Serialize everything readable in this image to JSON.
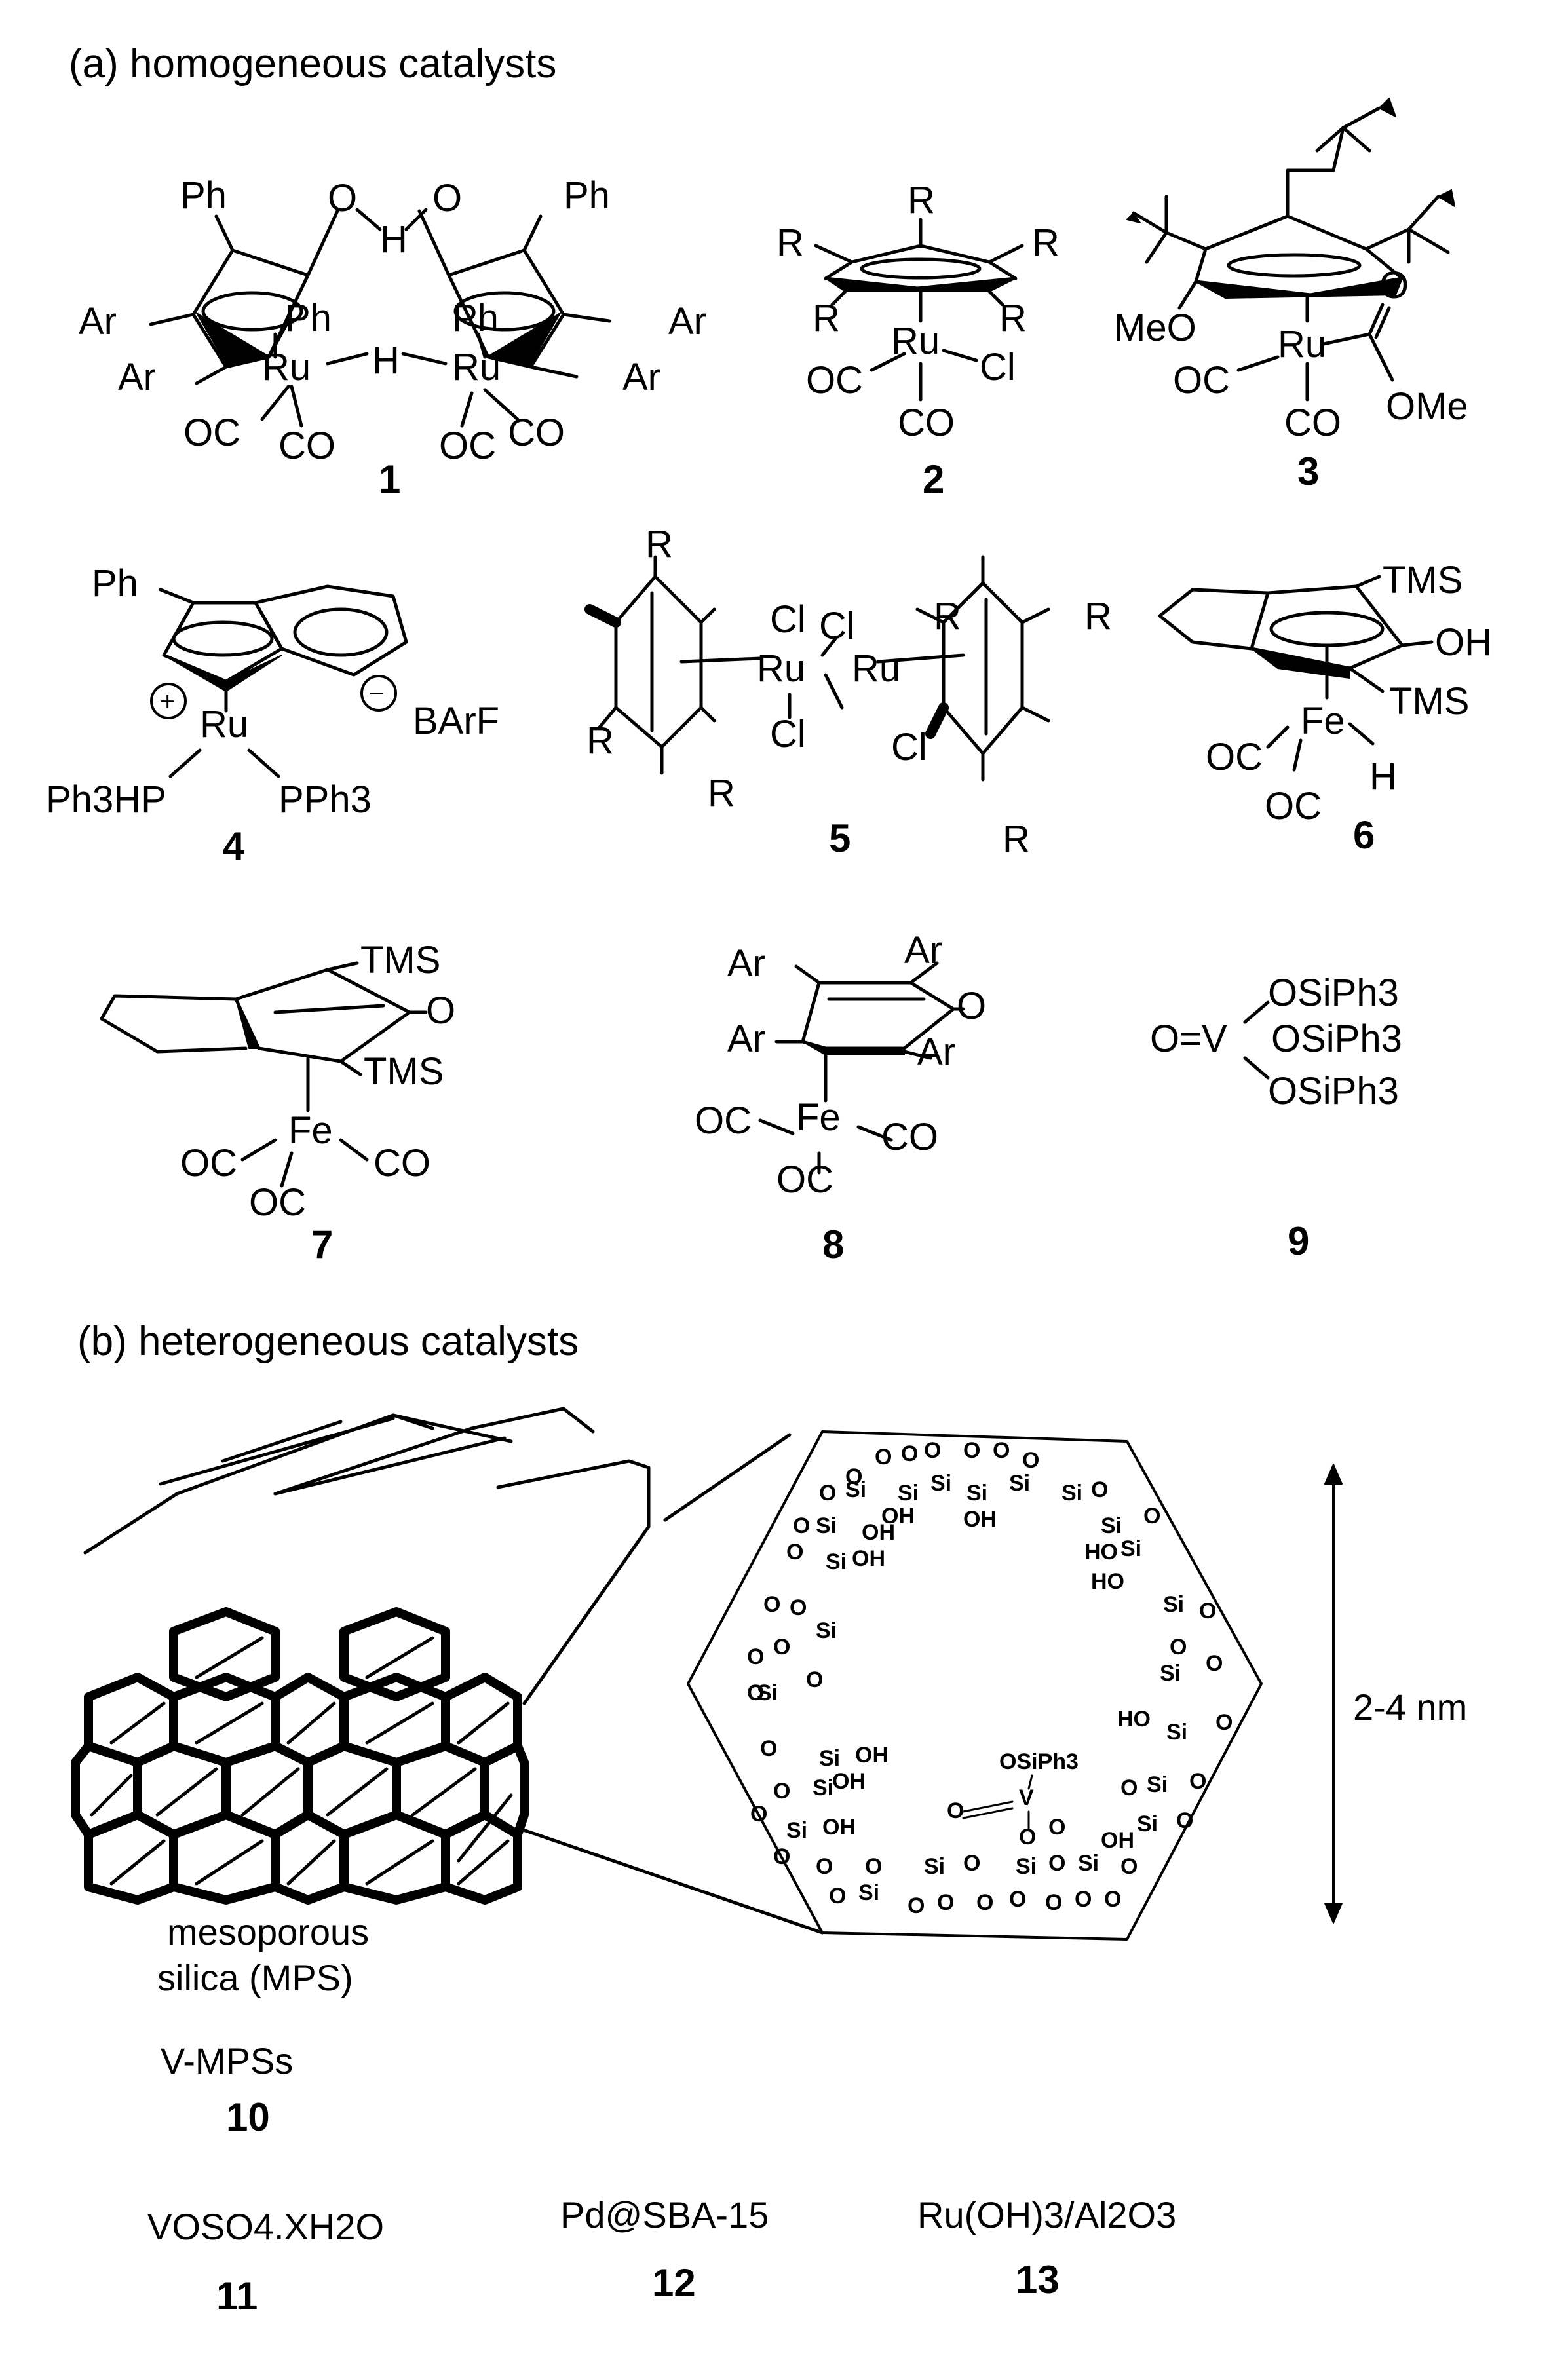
{
  "sections": {
    "a_title": "(a) homogeneous catalysts",
    "b_title": "(b) heterogeneous catalysts"
  },
  "compounds": {
    "c1": "1",
    "c2": "2",
    "c3": "3",
    "c4": "4",
    "c5": "5",
    "c6": "6",
    "c7": "7",
    "c8": "8",
    "c9": "9",
    "c10": "10",
    "c11": "11",
    "c12": "12",
    "c13": "13"
  },
  "atoms": {
    "Ph": "Ph",
    "Ar": "Ar",
    "Ru": "Ru",
    "Fe": "Fe",
    "H": "H",
    "O": "O",
    "OC": "OC",
    "CO": "CO",
    "Cl": "Cl",
    "R": "R",
    "MeO": "MeO",
    "OMe": "OMe",
    "TMS": "TMS",
    "OH": "OH",
    "V": "V",
    "Si": "Si",
    "HO": "HO"
  },
  "labels": {
    "ph3hp": "Ph3HP",
    "pph3": "PPh3",
    "barf": "BArF",
    "osiph3": "OSiPh3",
    "plus": "+",
    "minus": "−",
    "vequals": "O=V",
    "scale": "2-4 nm",
    "mps_line1": "mesoporous",
    "mps_line2": "silica (MPS)",
    "vmps": "V-MPSs",
    "vso4": "VOSO4.XH2O",
    "pdsba": "Pd@SBA-15",
    "ruoh": "Ru(OH)3/Al2O3"
  }
}
